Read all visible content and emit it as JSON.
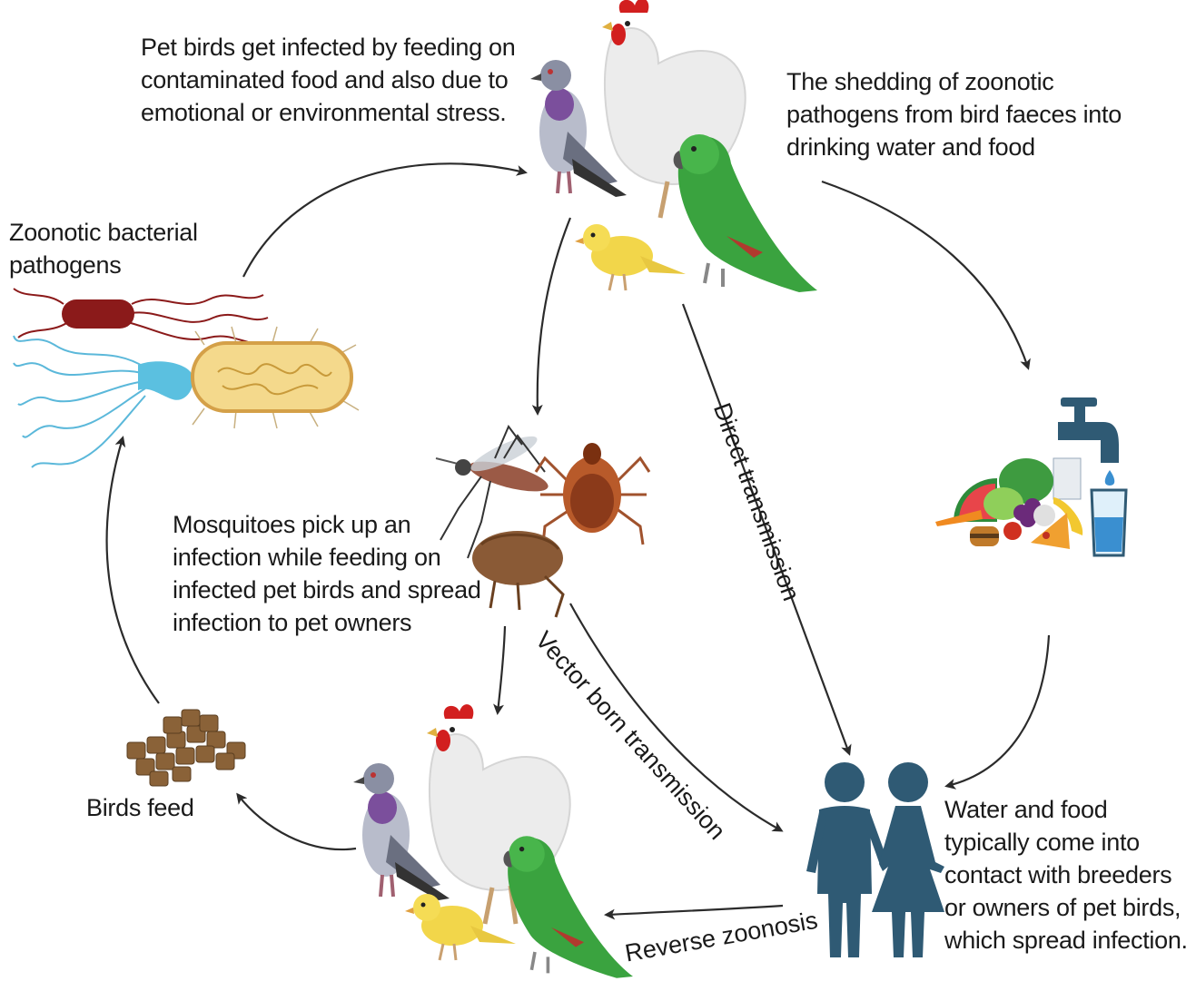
{
  "labels": {
    "pet_birds_infected": "Pet birds get infected by feeding on\ncontaminated food and also due to\nemotional or environmental stress.",
    "shedding": "The shedding of zoonotic\npathogens from bird faeces into\ndrinking water and food",
    "zoonotic_bacteria": "Zoonotic bacterial\npathogens",
    "mosquitoes": "Mosquitoes pick up an\ninfection while feeding on\ninfected pet birds and spread\ninfection to pet owners",
    "birds_feed": "Birds feed",
    "water_food_contact": "Water and food\ntypically come into\ncontact with breeders\nor owners of pet birds,\nwhich spread infection.",
    "direct_transmission": "Direct transmission",
    "vector_born": "Vector born transmission",
    "reverse_zoonosis": "Reverse zoonosis"
  },
  "icons": [
    "pigeon-icon",
    "chicken-icon",
    "canary-icon",
    "parrot-icon",
    "bacteria-icon",
    "mosquito-icon",
    "tick-icon",
    "flea-icon",
    "faucet-icon",
    "food-icon",
    "water-glass-icon",
    "bird-feed-icon",
    "people-icon"
  ],
  "colors": {
    "arrow": "#2b2b2b",
    "people": "#2f5a74",
    "parrot": "#3aa33f",
    "canary": "#f2d64a",
    "bacteria_red": "#8b1a1a",
    "bacteria_blue": "#5bc0e0",
    "bacteria_yellow": "#f4d98c"
  }
}
